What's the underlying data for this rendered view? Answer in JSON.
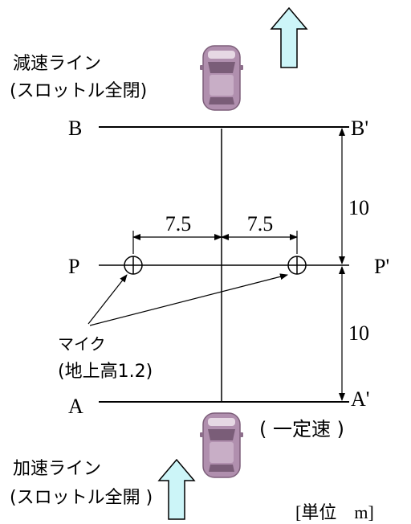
{
  "labels": {
    "decel_line": "減速ライン",
    "decel_throttle": "(スロットル全閉)",
    "accel_line": "加速ライン",
    "accel_throttle": "(スロットル全開 )",
    "line_b": "B",
    "line_b_prime": "B'",
    "line_p": "P",
    "line_p_prime": "P'",
    "line_a": "A",
    "line_a_prime": "A'",
    "mic": "マイク",
    "mic_height": "(地上高1.2)",
    "constant_speed": "( 一定速 )",
    "unit": "[単位　m]"
  },
  "dimensions": {
    "left_offset": "7.5",
    "right_offset": "7.5",
    "p_to_b": "10",
    "a_to_p": "10"
  },
  "colors": {
    "arrow_fill": "#ccf5f8",
    "car_body": "#b08fae",
    "line": "#000000"
  }
}
